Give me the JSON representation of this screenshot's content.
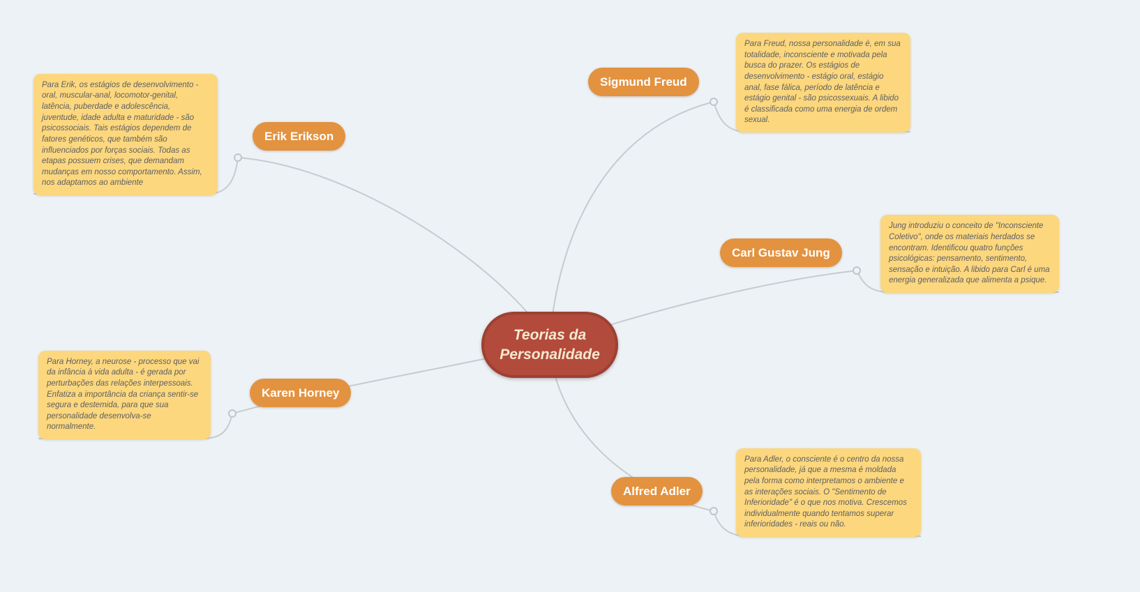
{
  "app": {
    "type": "mindmap",
    "background_color": "#edf2f6",
    "link_line_color": "#c6cbd1"
  },
  "center": {
    "label": "Teorias da Personalidade",
    "fill_color": "#b24b3c",
    "border_color": "#9c4134",
    "text_color": "#f7e9cf"
  },
  "branch_style": {
    "label_fill_color": "#e3923f",
    "label_text_color": "#ffffff",
    "note_fill_color": "#fcd77d",
    "note_text_color": "#5d5f63"
  },
  "branches": [
    {
      "name": "sigmund-freud",
      "label": "Sigmund Freud",
      "note": "Para Freud, nossa personalidade é, em sua totalidade, inconsciente e motivada pela busca do prazer. Os estágios de desenvolvimento - estágio oral, estágio anal, fase fálica, período de latência e estágio genital - são psicossexuais. A libido é classificada como uma energia de ordem sexual."
    },
    {
      "name": "carl-gustav-jung",
      "label": "Carl Gustav Jung",
      "note": "Jung introduziu o conceito de \"Inconsciente Coletivo\", onde os materiais herdados se encontram. Identificou quatro funções psicológicas: pensamento, sentimento, sensação e intuição. A libido para Carl é uma energia generalizada que alimenta a psique."
    },
    {
      "name": "alfred-adler",
      "label": "Alfred Adler",
      "note": "Para Adler, o consciente é o centro da nossa personalidade, já que a mesma é moldada pela forma como interpretamos o ambiente e as interações sociais. O \"Sentimento de Inferioridade\" é o que nos motiva. Crescemos individualmente quando tentamos superar inferioridades - reais ou não."
    },
    {
      "name": "karen-horney",
      "label": "Karen Horney",
      "note": "Para Horney, a neurose - processo que vai da infância à vida adulta - é gerada por perturbações das relações interpessoais. Enfatiza a importância da criança sentir-se segura e destemida, para que sua personalidade desenvolva-se normalmente."
    },
    {
      "name": "erik-erikson",
      "label": "Erik Erikson",
      "note": "Para Erik, os estágios de desenvolvimento - oral, muscular-anal, locomotor-genital, latência, puberdade e adolescência, juventude, idade adulta e maturidade -  são psicossociais. Tais estágios dependem de fatores genéticos, que também são influenciados por forças sociais. Todas as etapas possuem crises, que demandam mudanças em nosso comportamento. Assim, nos adaptamos ao ambiente"
    }
  ]
}
